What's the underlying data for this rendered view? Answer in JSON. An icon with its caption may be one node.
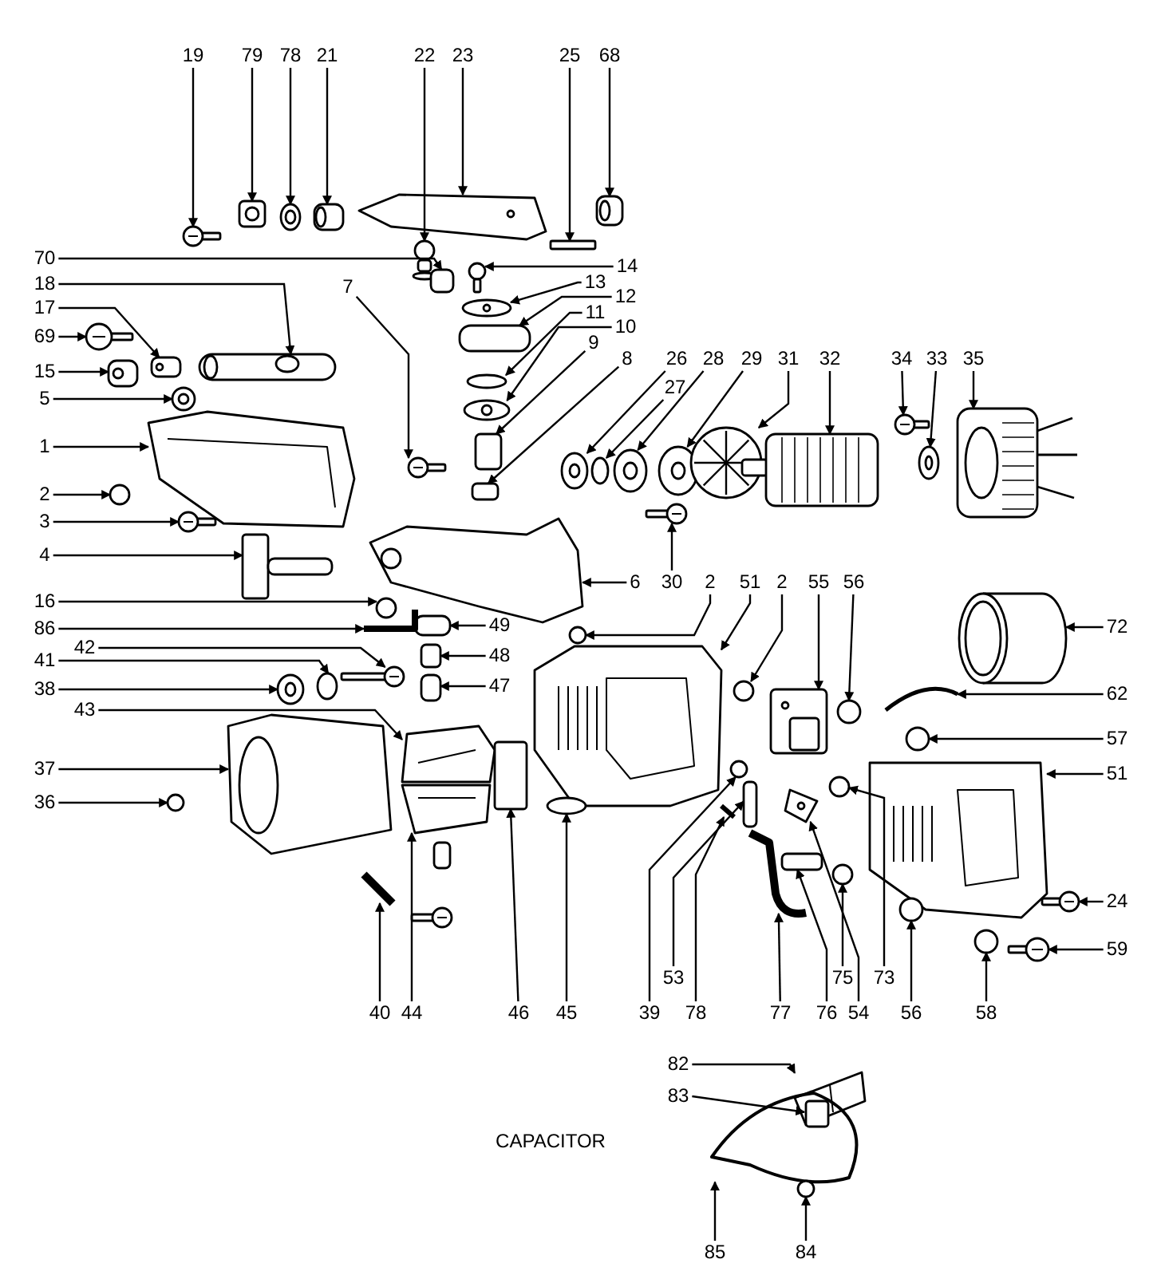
{
  "diagram": {
    "nodes": [
      {
        "text": [
          "19"
        ]
      },
      {
        "text": [
          "79"
        ]
      },
      {
        "text": [
          "78"
        ]
      },
      {
        "text": [
          "21"
        ]
      },
      {
        "text": [
          "22"
        ]
      },
      {
        "text": [
          "23"
        ]
      },
      {
        "text": [
          "25"
        ]
      },
      {
        "text": [
          "68"
        ]
      },
      {
        "text": [
          "70"
        ]
      },
      {
        "text": [
          "14"
        ]
      },
      {
        "text": [
          "13"
        ]
      },
      {
        "text": [
          "12"
        ]
      },
      {
        "text": [
          "18"
        ]
      },
      {
        "text": [
          "7"
        ]
      },
      {
        "text": [
          "11"
        ]
      },
      {
        "text": [
          "17"
        ]
      },
      {
        "text": [
          "10"
        ]
      },
      {
        "text": [
          "69"
        ]
      },
      {
        "text": [
          "9"
        ]
      },
      {
        "text": [
          "8"
        ]
      },
      {
        "text": [
          "26"
        ]
      },
      {
        "text": [
          "28"
        ]
      },
      {
        "text": [
          "29"
        ]
      },
      {
        "text": [
          "31"
        ]
      },
      {
        "text": [
          "32"
        ]
      },
      {
        "text": [
          "34"
        ]
      },
      {
        "text": [
          "33"
        ]
      },
      {
        "text": [
          "35"
        ]
      },
      {
        "text": [
          "15"
        ]
      },
      {
        "text": [
          "27"
        ]
      },
      {
        "text": [
          "5"
        ]
      },
      {
        "text": [
          "1"
        ]
      },
      {
        "text": [
          "2"
        ]
      },
      {
        "text": [
          "3"
        ]
      },
      {
        "text": [
          "4"
        ]
      },
      {
        "text": [
          "6"
        ]
      },
      {
        "text": [
          "30"
        ]
      },
      {
        "text": [
          "2"
        ]
      },
      {
        "text": [
          "51"
        ]
      },
      {
        "text": [
          "2"
        ]
      },
      {
        "text": [
          "55"
        ]
      },
      {
        "text": [
          "56"
        ]
      },
      {
        "text": [
          "16"
        ]
      },
      {
        "text": [
          "49"
        ]
      },
      {
        "text": [
          "72"
        ]
      },
      {
        "text": [
          "86"
        ]
      },
      {
        "text": [
          "42"
        ]
      },
      {
        "text": [
          "48"
        ]
      },
      {
        "text": [
          "41"
        ]
      },
      {
        "text": [
          "47"
        ]
      },
      {
        "text": [
          "38"
        ]
      },
      {
        "text": [
          "62"
        ]
      },
      {
        "text": [
          "43"
        ]
      },
      {
        "text": [
          "57"
        ]
      },
      {
        "text": [
          "37"
        ]
      },
      {
        "text": [
          "51"
        ]
      },
      {
        "text": [
          "36"
        ]
      },
      {
        "text": [
          "24"
        ]
      },
      {
        "text": [
          "59"
        ]
      },
      {
        "text": [
          "53"
        ]
      },
      {
        "text": [
          "75"
        ]
      },
      {
        "text": [
          "73"
        ]
      },
      {
        "text": [
          "40"
        ]
      },
      {
        "text": [
          "44"
        ]
      },
      {
        "text": [
          "46"
        ]
      },
      {
        "text": [
          "45"
        ]
      },
      {
        "text": [
          "39"
        ]
      },
      {
        "text": [
          "78"
        ]
      },
      {
        "text": [
          "77"
        ]
      },
      {
        "text": [
          "76"
        ]
      },
      {
        "text": [
          "54"
        ]
      },
      {
        "text": [
          "56"
        ]
      },
      {
        "text": [
          "58"
        ]
      },
      {
        "text": [
          "82"
        ]
      },
      {
        "text": [
          "83"
        ]
      },
      {
        "text": [
          "85"
        ]
      },
      {
        "text": [
          "84"
        ]
      },
      {
        "text": [],
        "shape": "picture"
      },
      {
        "text": [],
        "shape": "picture"
      },
      {
        "text": [],
        "shape": "picture"
      },
      {
        "text": [],
        "shape": "picture"
      },
      {
        "text": [],
        "shape": "picture"
      },
      {
        "text": [],
        "shape": "picture"
      },
      {
        "text": [],
        "shape": "box"
      },
      {
        "text": [],
        "shape": "picture"
      },
      {
        "text": [],
        "shape": "box"
      },
      {
        "text": [],
        "shape": "picture"
      },
      {
        "text": [],
        "shape": "picture"
      },
      {
        "text": [],
        "shape": "box"
      },
      {
        "text": [],
        "shape": "picture"
      },
      {
        "text": [],
        "shape": "picture"
      },
      {
        "text": [],
        "shape": "circle"
      },
      {
        "text": [],
        "shape": "picture"
      },
      {
        "text": [],
        "shape": "picture"
      },
      {
        "text": [],
        "shape": "picture"
      },
      {
        "text": [],
        "shape": "box"
      },
      {
        "text": [],
        "shape": "box"
      },
      {
        "text": [],
        "shape": "picture"
      },
      {
        "text": [],
        "shape": "picture"
      },
      {
        "text": [],
        "shape": "picture"
      },
      {
        "text": [],
        "shape": "picture"
      },
      {
        "text": [],
        "shape": "picture"
      },
      {
        "text": [],
        "shape": "picture"
      },
      {
        "text": [],
        "shape": "picture"
      },
      {
        "text": [],
        "shape": "picture"
      },
      {
        "text": [],
        "shape": "picture"
      },
      {
        "text": [],
        "shape": "circle"
      },
      {
        "text": [],
        "shape": "picture"
      },
      {
        "text": [],
        "shape": "picture"
      },
      {
        "text": [],
        "shape": "circle"
      },
      {
        "text": [],
        "shape": "picture"
      },
      {
        "text": [],
        "shape": "picture"
      },
      {
        "text": [],
        "shape": "picture"
      },
      {
        "text": [],
        "shape": "picture"
      },
      {
        "text": [],
        "shape": "circle"
      },
      {
        "text": [],
        "shape": "picture"
      },
      {
        "text": [],
        "shape": "circle"
      },
      {
        "text": [],
        "shape": "picture"
      },
      {
        "text": [],
        "shape": "circle"
      },
      {
        "text": [],
        "shape": "circle"
      },
      {
        "text": [],
        "shape": "box"
      },
      {
        "text": [],
        "shape": "cylinder"
      },
      {
        "text": [],
        "shape": "picture"
      },
      {
        "text": [],
        "shape": "picture"
      },
      {
        "text": [],
        "shape": "box"
      },
      {
        "text": [],
        "shape": "circle"
      },
      {
        "text": [],
        "shape": "box"
      },
      {
        "text": [],
        "shape": "picture"
      },
      {
        "text": [],
        "shape": "picture"
      },
      {
        "text": [],
        "shape": "picture"
      },
      {
        "text": [],
        "shape": "circle"
      },
      {
        "text": [],
        "shape": "picture"
      },
      {
        "text": [],
        "shape": "picture"
      },
      {
        "text": [],
        "shape": "circle"
      },
      {
        "text": [],
        "shape": "picture"
      },
      {
        "text": [],
        "shape": "picture"
      },
      {
        "text": [],
        "shape": "box"
      },
      {
        "text": [],
        "shape": "circle"
      },
      {
        "text": [],
        "shape": "circle"
      },
      {
        "text": [],
        "shape": "picture"
      },
      {
        "text": [],
        "shape": "picture"
      },
      {
        "text": [],
        "shape": "box"
      },
      {
        "text": [],
        "shape": "circle"
      },
      {
        "text": [],
        "shape": "circle"
      },
      {
        "text": [],
        "shape": "picture"
      },
      {
        "text": [],
        "shape": "picture"
      },
      {
        "text": [],
        "shape": "box"
      },
      {
        "text": [],
        "shape": "picture"
      },
      {
        "text": [],
        "shape": "circle"
      },
      {
        "text": [],
        "shape": "circle"
      },
      {
        "text": [],
        "shape": "picture"
      },
      {
        "text": [],
        "shape": "box"
      },
      {
        "text": [],
        "shape": "picture"
      },
      {
        "text": [],
        "shape": "circle"
      }
    ],
    "edges": [
      {
        "from": 0,
        "to": 77,
        "arrow": "to"
      },
      {
        "from": 1,
        "to": 78,
        "arrow": "to"
      },
      {
        "from": 2,
        "to": 79,
        "arrow": "to"
      },
      {
        "from": 3,
        "to": 80,
        "arrow": "to"
      },
      {
        "from": 4,
        "to": 81,
        "arrow": "to"
      },
      {
        "from": 5,
        "to": 82,
        "arrow": "to"
      },
      {
        "from": 6,
        "to": 83,
        "arrow": "to"
      },
      {
        "from": 7,
        "to": 84,
        "arrow": "to"
      },
      {
        "from": 8,
        "to": 85,
        "arrow": "to"
      },
      {
        "from": 9,
        "to": 86,
        "arrow": "to"
      },
      {
        "from": 10,
        "to": 87,
        "arrow": "to"
      },
      {
        "from": 11,
        "to": 88,
        "arrow": "to"
      },
      {
        "from": 12,
        "to": 89,
        "arrow": "to"
      },
      {
        "from": 13,
        "to": 90,
        "arrow": "to"
      },
      {
        "from": 14,
        "to": 91,
        "arrow": "to"
      },
      {
        "from": 15,
        "to": 92,
        "arrow": "to"
      },
      {
        "from": 16,
        "to": 93,
        "arrow": "to"
      },
      {
        "from": 17,
        "to": 94,
        "arrow": "to"
      },
      {
        "from": 18,
        "to": 95,
        "arrow": "to"
      },
      {
        "from": 19,
        "to": 96,
        "arrow": "to"
      },
      {
        "from": 20,
        "to": 97,
        "arrow": "to"
      },
      {
        "from": 21,
        "to": 98,
        "arrow": "to"
      },
      {
        "from": 22,
        "to": 99,
        "arrow": "to"
      },
      {
        "from": 23,
        "to": 100,
        "arrow": "to"
      },
      {
        "from": 24,
        "to": 101,
        "arrow": "to"
      },
      {
        "from": 25,
        "to": 102,
        "arrow": "to"
      },
      {
        "from": 26,
        "to": 103,
        "arrow": "to"
      },
      {
        "from": 27,
        "to": 104,
        "arrow": "to"
      },
      {
        "from": 28,
        "to": 105,
        "arrow": "to"
      },
      {
        "from": 29,
        "to": 106,
        "arrow": "to"
      },
      {
        "from": 30,
        "to": 107,
        "arrow": "to"
      },
      {
        "from": 31,
        "to": 108,
        "arrow": "to"
      },
      {
        "from": 32,
        "to": 109,
        "arrow": "to"
      },
      {
        "from": 33,
        "to": 110,
        "arrow": "to"
      },
      {
        "from": 34,
        "to": 111,
        "arrow": "to"
      },
      {
        "from": 35,
        "to": 112,
        "arrow": "to"
      },
      {
        "from": 36,
        "to": 113,
        "arrow": "to"
      },
      {
        "from": 37,
        "to": 114,
        "arrow": "to"
      },
      {
        "from": 38,
        "to": 115,
        "arrow": "to"
      },
      {
        "from": 39,
        "to": 116,
        "arrow": "to"
      },
      {
        "from": 40,
        "to": 117,
        "arrow": "to"
      },
      {
        "from": 41,
        "to": 118,
        "arrow": "to"
      },
      {
        "from": 42,
        "to": 119,
        "arrow": "to"
      },
      {
        "from": 43,
        "to": 120,
        "arrow": "to"
      },
      {
        "from": 44,
        "to": 121,
        "arrow": "to"
      },
      {
        "from": 45,
        "to": 122,
        "arrow": "to"
      },
      {
        "from": 46,
        "to": 123,
        "arrow": "to"
      },
      {
        "from": 47,
        "to": 124,
        "arrow": "to"
      },
      {
        "from": 48,
        "to": 125,
        "arrow": "to"
      },
      {
        "from": 49,
        "to": 126,
        "arrow": "to"
      },
      {
        "from": 50,
        "to": 127,
        "arrow": "to"
      },
      {
        "from": 51,
        "to": 128,
        "arrow": "to"
      },
      {
        "from": 52,
        "to": 129,
        "arrow": "to"
      },
      {
        "from": 53,
        "to": 130,
        "arrow": "to"
      },
      {
        "from": 54,
        "to": 131,
        "arrow": "to"
      },
      {
        "from": 55,
        "to": 132,
        "arrow": "to"
      },
      {
        "from": 56,
        "to": 133,
        "arrow": "to"
      },
      {
        "from": 57,
        "to": 134,
        "arrow": "to"
      },
      {
        "from": 58,
        "to": 135,
        "arrow": "to"
      },
      {
        "from": 59,
        "to": 136,
        "arrow": "to"
      },
      {
        "from": 60,
        "to": 137,
        "arrow": "to"
      },
      {
        "from": 61,
        "to": 138,
        "arrow": "to"
      },
      {
        "from": 62,
        "to": 139,
        "arrow": "to"
      },
      {
        "from": 63,
        "to": 140,
        "arrow": "to"
      },
      {
        "from": 64,
        "to": 141,
        "arrow": "to"
      },
      {
        "from": 65,
        "to": 142,
        "arrow": "to"
      },
      {
        "from": 66,
        "to": 143,
        "arrow": "to"
      },
      {
        "from": 67,
        "to": 144,
        "arrow": "to"
      },
      {
        "from": 68,
        "to": 145,
        "arrow": "to"
      },
      {
        "from": 69,
        "to": 146,
        "arrow": "to"
      },
      {
        "from": 70,
        "to": 147,
        "arrow": "to"
      },
      {
        "from": 71,
        "to": 148,
        "arrow": "to"
      },
      {
        "from": 72,
        "to": 149,
        "arrow": "to"
      },
      {
        "from": 73,
        "to": 150,
        "arrow": "to"
      },
      {
        "from": 74,
        "to": 151,
        "arrow": "to"
      },
      {
        "from": 75,
        "to": 152,
        "arrow": "to"
      },
      {
        "from": 76,
        "to": 153,
        "arrow": "to"
      }
    ],
    "labels": [
      "CAPACITOR"
    ]
  }
}
